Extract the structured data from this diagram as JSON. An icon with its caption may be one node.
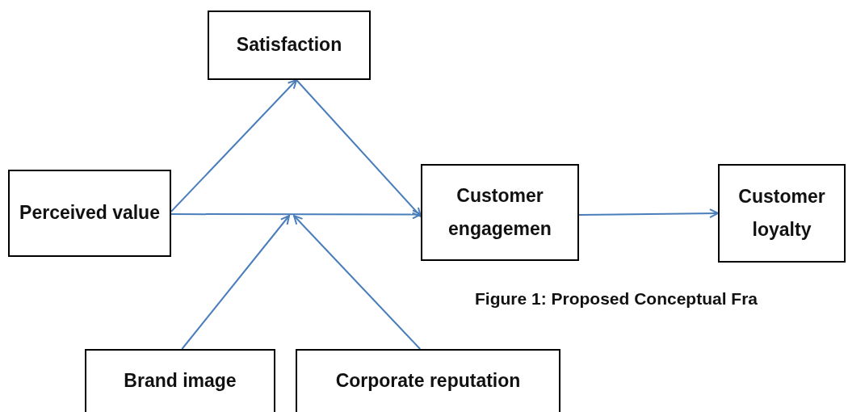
{
  "diagram": {
    "caption": "Figure 1: Proposed Conceptual Fra",
    "nodes": [
      {
        "text": [
          "Satisfaction"
        ]
      },
      {
        "text": [
          "Perceived value"
        ]
      },
      {
        "text": [
          "Customer engagemen"
        ]
      },
      {
        "text": [
          "Customer loyalty"
        ]
      },
      {
        "text": [
          "Brand image"
        ]
      },
      {
        "text": [
          "Corporate reputation"
        ]
      }
    ],
    "edges": [
      {
        "from": 1,
        "to": 0,
        "arrow": "to"
      },
      {
        "from": 0,
        "to": 2,
        "arrow": "to"
      },
      {
        "from": 1,
        "to": 2,
        "arrow": "to"
      },
      {
        "from": 2,
        "to": 3,
        "arrow": "to"
      },
      {
        "from": 4,
        "to": null,
        "arrow": "to"
      },
      {
        "from": 5,
        "to": null,
        "arrow": "to"
      }
    ]
  }
}
